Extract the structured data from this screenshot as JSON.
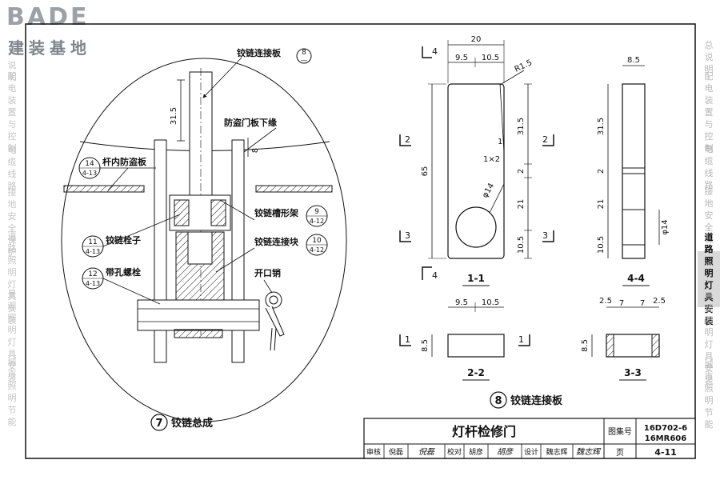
{
  "brand": {
    "logo": "BADE",
    "subtitle": "建装基地"
  },
  "left_tabs": [
    "说明",
    "配电装置与控制",
    "电缆线路",
    "接地安全保护",
    "道路照明灯具安装",
    "景观照明灯具安装",
    "城市照明节能"
  ],
  "right_tabs": [
    {
      "label": "总说明",
      "active": false
    },
    {
      "label": "配电装置与控制",
      "active": false
    },
    {
      "label": "电缆线路",
      "active": false
    },
    {
      "label": "接地安全保护",
      "active": false
    },
    {
      "label": "道路照明灯具安装",
      "active": true
    },
    {
      "label": "景观照明灯具安装",
      "active": false
    },
    {
      "label": "城市照明节能",
      "active": false
    }
  ],
  "assembly": {
    "title_num": "7",
    "title": "铰链总成",
    "dim_31_5": "31.5",
    "dim_8": "8",
    "labels": {
      "hinge_plate": "铰链连接板",
      "hinge_plate_ref_top": "8",
      "hinge_plate_ref_bot": "—",
      "door_edge": "防盗门板下缘",
      "antitheft_plate": "杆内防盗板",
      "antitheft_ref_top": "14",
      "antitheft_ref_bot": "4-13",
      "channel_frame": "铰链槽形架",
      "channel_ref_top": "9",
      "channel_ref_bot": "4-12",
      "hinge_bolt": "铰链栓子",
      "hinge_bolt_ref_top": "11",
      "hinge_bolt_ref_bot": "4-13",
      "hinge_block": "铰链连接块",
      "hinge_block_ref_top": "10",
      "hinge_block_ref_bot": "4-12",
      "hole_bolt": "带孔螺栓",
      "hole_bolt_ref_top": "12",
      "hole_bolt_ref_bot": "4-13",
      "split_pin": "开口销"
    }
  },
  "plate": {
    "title_num": "8",
    "title": "铰链连接板",
    "section_labels": {
      "s4": "4",
      "s2": "2",
      "s3": "3",
      "s1": "1"
    },
    "view_11": {
      "name": "1-1",
      "width": "20",
      "left": "9.5",
      "right": "10.5",
      "radius": "R1.5",
      "total": "65",
      "d1": "31.5",
      "d2": "2",
      "d3": "21",
      "d4": "10.5",
      "hole": "φ14",
      "chamfer": "1×2",
      "mark1": "1"
    },
    "view_44": {
      "name": "4-4",
      "width": "8.5",
      "d1": "31.5",
      "d2": "2",
      "d3": "21",
      "d4": "10.5",
      "hole": "φ14"
    },
    "view_22": {
      "name": "2-2",
      "left": "9.5",
      "right": "10.5",
      "height": "8.5"
    },
    "view_33": {
      "name": "3-3",
      "a": "2.5",
      "b": "7",
      "c": "7",
      "d": "2.5",
      "height": "8.5"
    }
  },
  "title_block": {
    "title": "灯杆检修门",
    "atlas_label": "图集号",
    "atlas_no_1": "16D702-6",
    "atlas_no_2": "16MR606",
    "page_label": "页",
    "page_no": "4-11",
    "review_label": "审核",
    "reviewer": "倪磊",
    "reviewer_sign": "倪磊",
    "check_label": "校对",
    "checker": "胡彦",
    "checker_sign": "胡彦",
    "design_label": "设计",
    "designer": "魏志辉",
    "designer_sign": "魏志辉"
  }
}
